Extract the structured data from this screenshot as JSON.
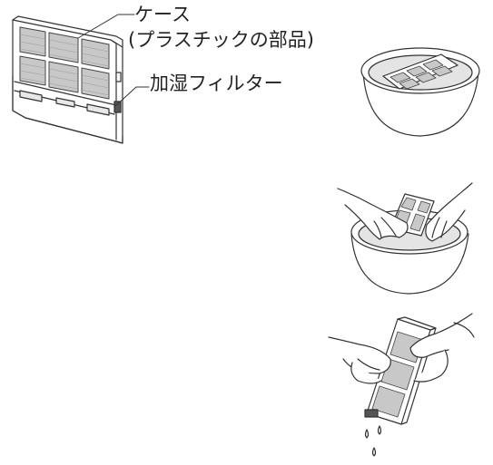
{
  "labels": {
    "case": "ケース",
    "case_sub": "(プラスチックの部品)",
    "filter": "加湿フィルター"
  },
  "colors": {
    "mesh": "#c8c8c8",
    "frame": "#ffffff",
    "line": "#333333",
    "water": "#e4e4e4",
    "hand": "#ffffff"
  }
}
